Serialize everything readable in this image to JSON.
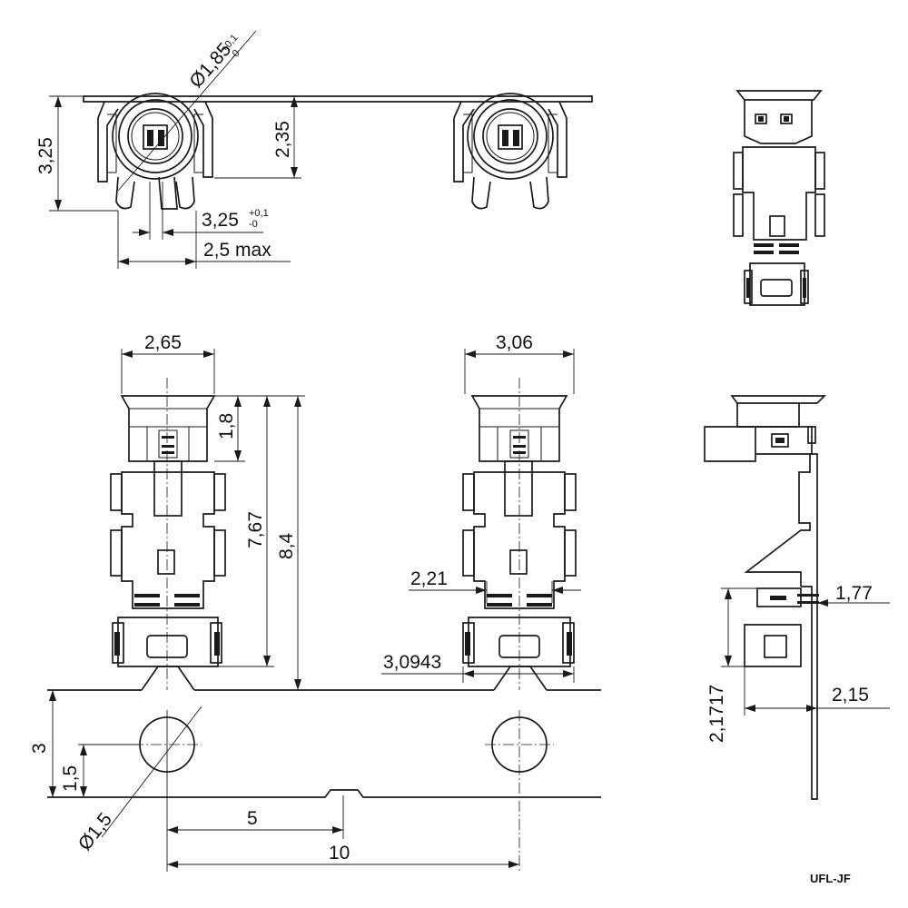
{
  "part_label": "UFL-JF",
  "dimensions": {
    "top_dia": "Ø1,85",
    "top_dia_tol_plus": "+0,1",
    "top_dia_tol_minus": "-0",
    "height_325": "3,25",
    "height_235": "2,35",
    "pin_pitch": "3,25",
    "pin_pitch_tol_plus": "+0,1",
    "pin_pitch_tol_minus": "-0",
    "width_max": "2,5 max",
    "width_265": "2,65",
    "width_306": "3,06",
    "h_18": "1,8",
    "h_767": "7,67",
    "h_84": "8,4",
    "w_221": "2,21",
    "w_30943": "3,0943",
    "tape_3": "3",
    "tape_15": "1,5",
    "hole_dia": "Ø1,5",
    "pitch_5": "5",
    "pitch_10": "10",
    "side_177": "1,77",
    "side_215": "2,15",
    "side_21717": "2,1717"
  }
}
